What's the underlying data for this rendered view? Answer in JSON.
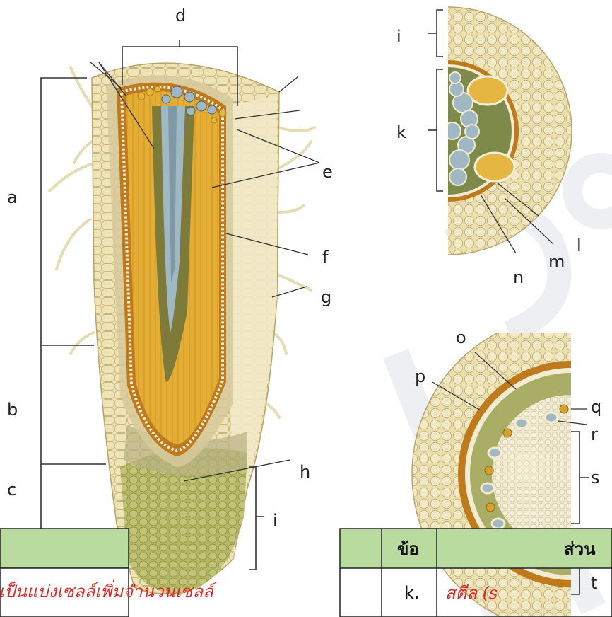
{
  "labels": {
    "a": "a",
    "b": "b",
    "c": "c",
    "d": "d",
    "e": "e",
    "f": "f",
    "g": "g",
    "h": "h",
    "i_root": "i",
    "i_section": "i",
    "k": "k",
    "l": "l",
    "m": "m",
    "n": "n",
    "o": "o",
    "p": "p",
    "q": "q",
    "r": "r",
    "s": "s",
    "t": "t"
  },
  "table_left": {
    "caption": "เป็นแบ่งเซลล์เพิ่มจำนวนเซลล์"
  },
  "table_right": {
    "header_col1": "ข้อ",
    "header_col2": "ส่วน",
    "row1_col1": "k.",
    "row1_col2": "สตีล (s"
  },
  "colors": {
    "table_header": "#b9dba0",
    "xylem_blue": "#9fb8c4",
    "endodermis_brown": "#c07a1e",
    "stele_gold": "#e8b53a",
    "cortex_cream": "#efe4b8",
    "cap_green": "#a9ad55",
    "watermark": "#d9dde3"
  }
}
